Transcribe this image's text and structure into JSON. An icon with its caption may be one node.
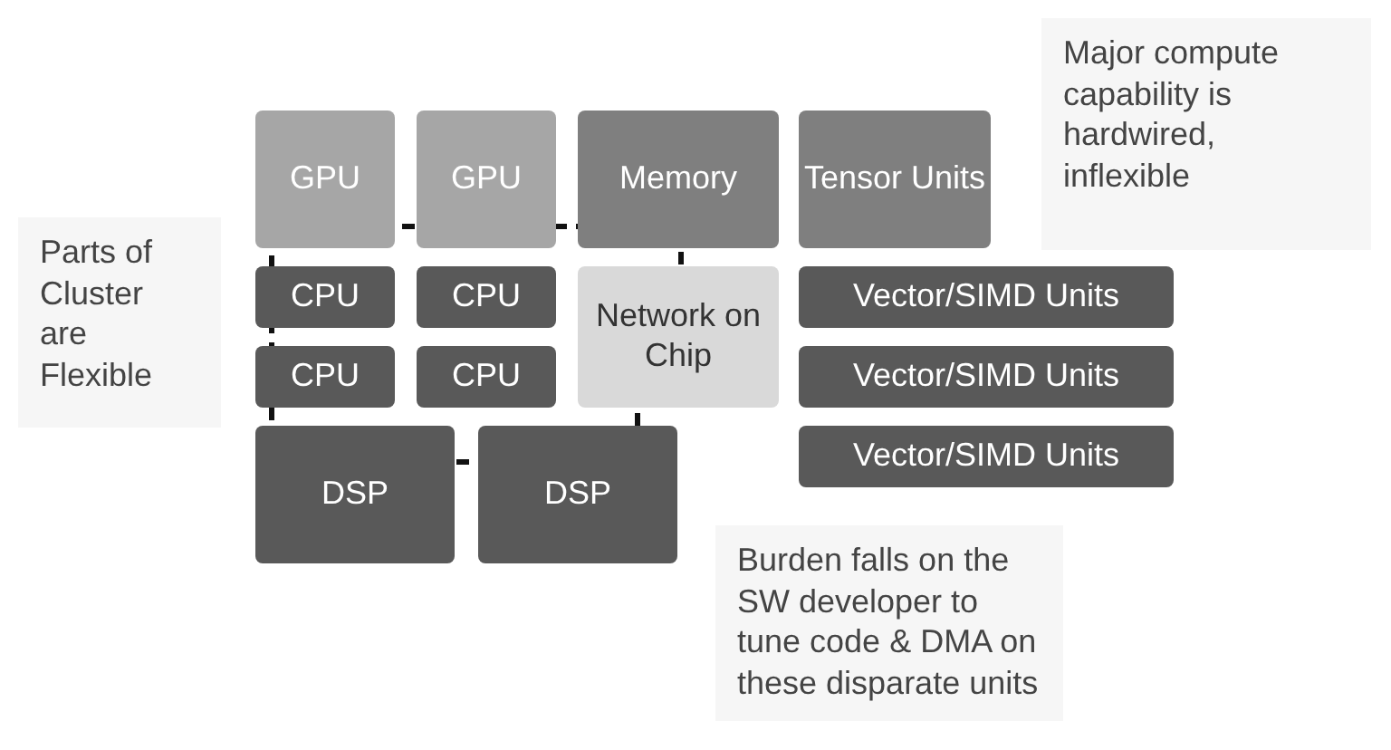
{
  "diagram": {
    "nodes": [
      {
        "text": [
          "GPU"
        ]
      },
      {
        "text": [
          "GPU"
        ]
      },
      {
        "text": [
          "Memory"
        ]
      },
      {
        "text": [
          "Tensor Units"
        ]
      },
      {
        "text": [
          "Major compute capability is hardwired, inflexible"
        ]
      },
      {
        "text": [
          "Parts of Cluster are Flexible"
        ]
      },
      {
        "text": [
          "CPU"
        ]
      },
      {
        "text": [
          "CPU"
        ]
      },
      {
        "text": [
          "Network on Chip"
        ]
      },
      {
        "text": [
          "Vector/SIMD Units"
        ]
      },
      {
        "text": [
          "CPU"
        ]
      },
      {
        "text": [
          "CPU"
        ]
      },
      {
        "text": [
          "Vector/SIMD Units"
        ]
      },
      {
        "text": [
          "DSP"
        ]
      },
      {
        "text": [
          "DSP"
        ]
      },
      {
        "text": [
          "Vector/SIMD Units"
        ]
      },
      {
        "text": [
          "Burden falls on the SW developer to tune code & DMA on these disparate units"
        ]
      }
    ],
    "edges": []
  }
}
